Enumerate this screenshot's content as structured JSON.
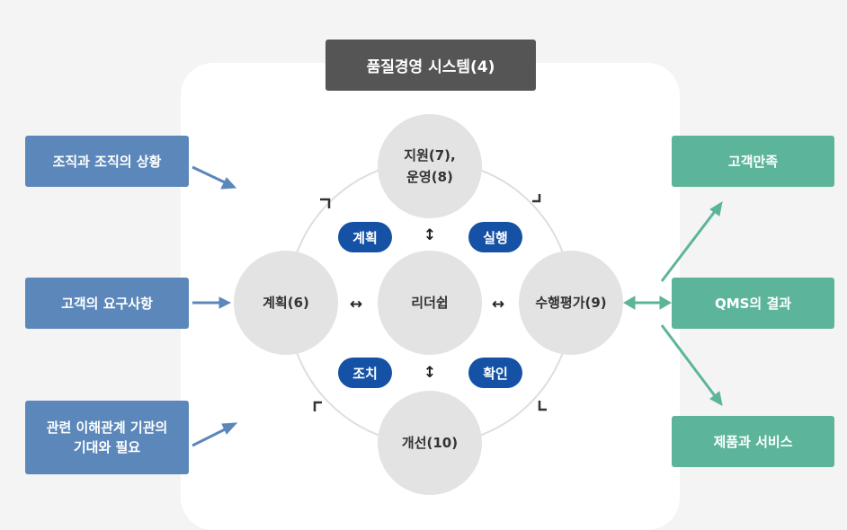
{
  "title": "품질경영 시스템(4)",
  "inputs": [
    {
      "line1": "조직과 조직의 상황",
      "line2": ""
    },
    {
      "line1": "고객의 요구사항",
      "line2": ""
    },
    {
      "line1": "관련 이해관계 기관의",
      "line2": "기대와 필요"
    }
  ],
  "outputs": [
    "고객만족",
    "QMS의 결과",
    "제품과 서비스"
  ],
  "nodes": {
    "top_line1": "지원(7),",
    "top_line2": "운영(8)",
    "left": "계획(6)",
    "center": "리더쉽",
    "right": "수행평가(9)",
    "bottom": "개선(10)"
  },
  "pills": {
    "plan": "계획",
    "do": "실행",
    "act": "조치",
    "check": "확인"
  },
  "arrows": {
    "vertical": "↕",
    "horizontal": "↔"
  },
  "colors": {
    "input_blue": "#5b87ba",
    "output_green": "#5cb59a",
    "pill_blue": "#1552a6",
    "title_gray": "#555555",
    "node_gray": "#e3e3e3"
  }
}
